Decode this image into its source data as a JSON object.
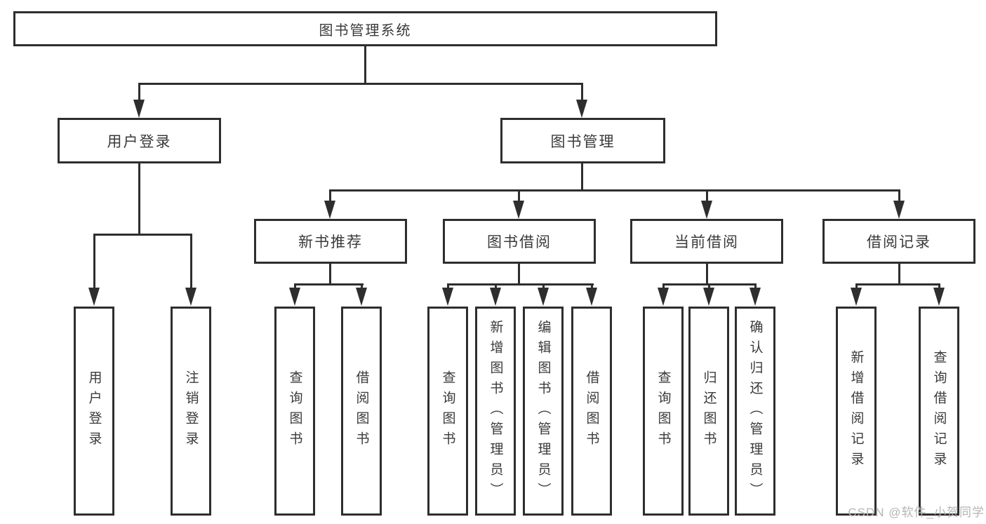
{
  "diagram": {
    "title": "图书管理系统",
    "root": {
      "label": "图书管理系统"
    },
    "branches": [
      {
        "label": "用户登录",
        "children": [
          "用户登录",
          "注销登录"
        ]
      },
      {
        "label": "图书管理",
        "groups": [
          {
            "label": "新书推荐",
            "children": [
              "查询图书",
              "借阅图书"
            ]
          },
          {
            "label": "图书借阅",
            "children": [
              "查询图书",
              "新增图书（管理员）",
              "编辑图书（管理员）",
              "借阅图书"
            ]
          },
          {
            "label": "当前借阅",
            "children": [
              "查询图书",
              "归还图书",
              "确认归还（管理员）"
            ]
          },
          {
            "label": "借阅记录",
            "children": [
              "新增借阅记录",
              "查询借阅记录"
            ]
          }
        ]
      }
    ]
  },
  "colors": {
    "line": "#2e2e2e",
    "text": "#3a3a3a",
    "watermark": "#b5b5b5",
    "background": "#ffffff"
  },
  "watermark": {
    "text": "CSDN @软件_小贺同学"
  }
}
